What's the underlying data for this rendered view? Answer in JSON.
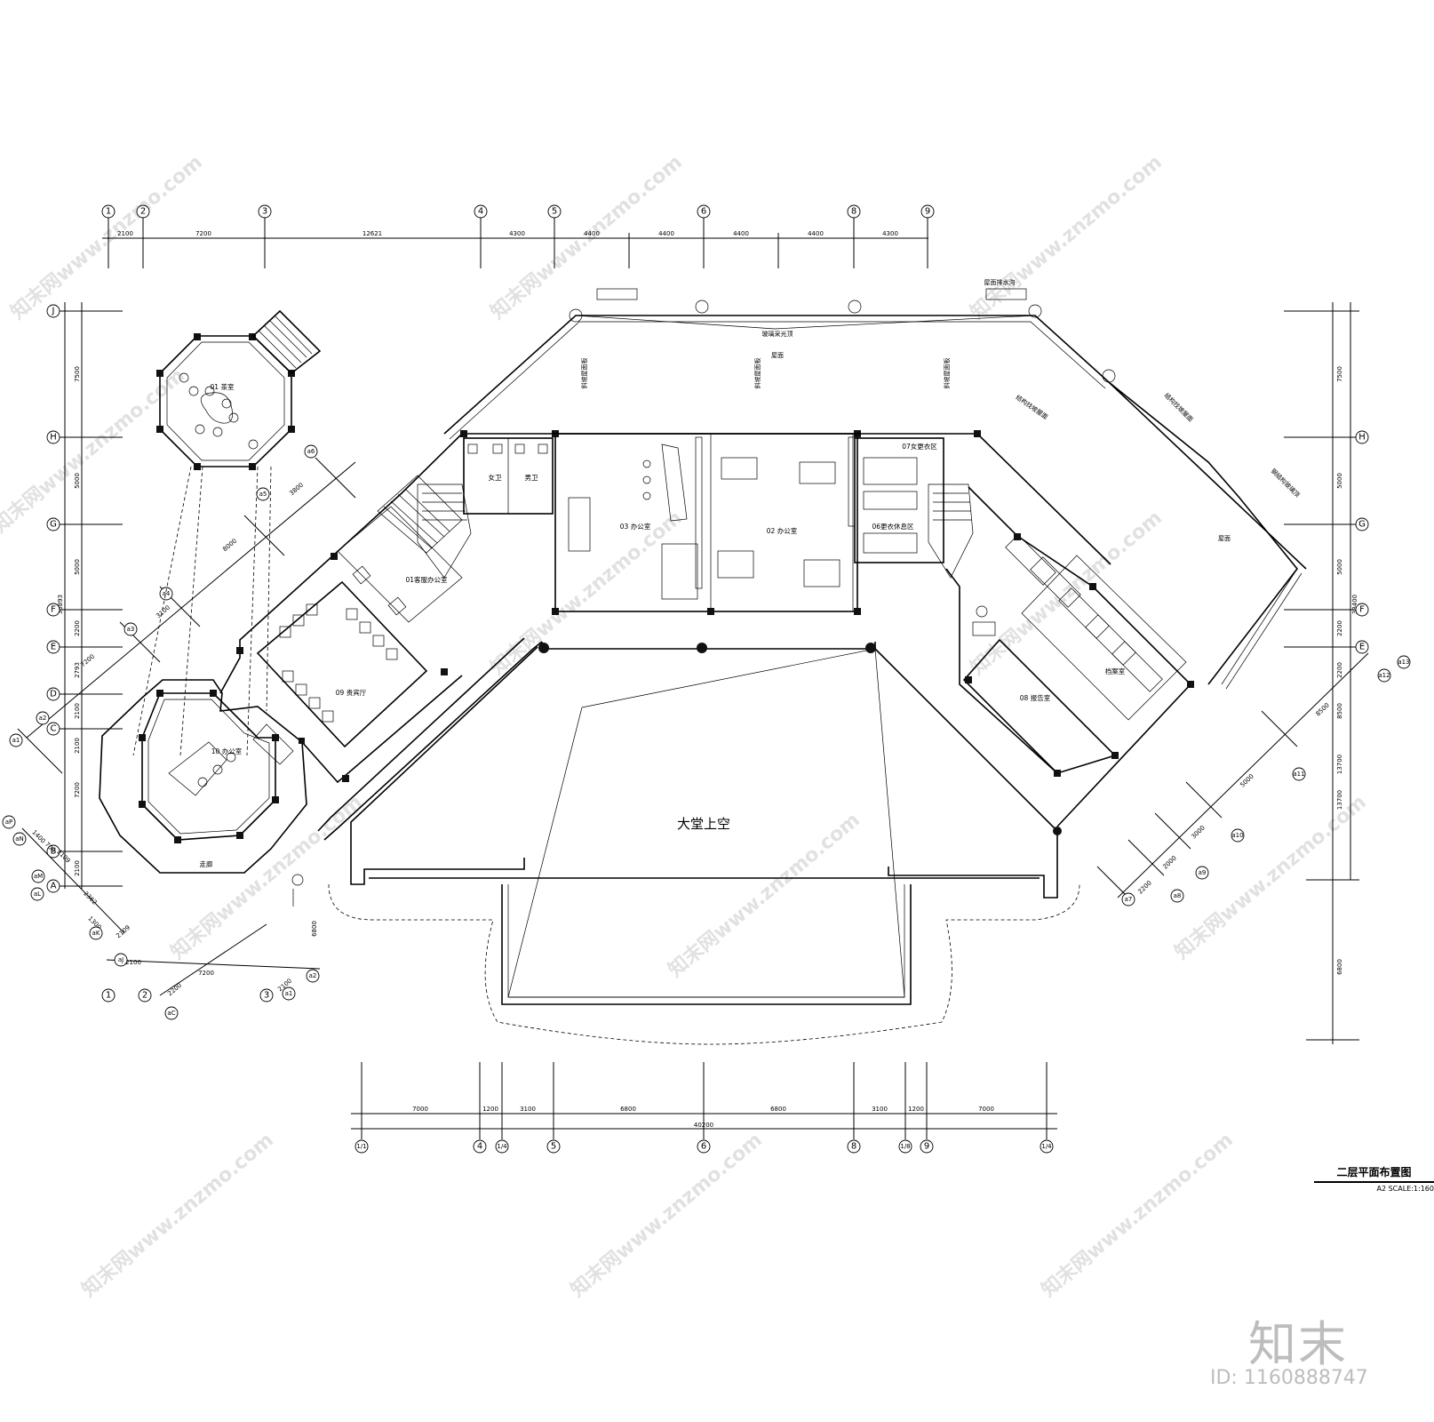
{
  "drawing": {
    "title": "二层平面布置图",
    "scale": "A2 SCALE:1:160",
    "hall_void": "大堂上空",
    "brand": "知末",
    "image_id": "ID: 1160888747",
    "watermark": "知末网www.znzmo.com"
  },
  "grid": {
    "top_axes": [
      "1",
      "2",
      "3",
      "4",
      "5",
      "6",
      "8",
      "9"
    ],
    "top_dims": [
      "2100",
      "7200",
      "12621",
      "4300",
      "4400",
      "4400",
      "4400",
      "4400",
      "4300"
    ],
    "bottom_axes": [
      "1/1",
      "4",
      "1/4",
      "5",
      "6",
      "8",
      "1/8",
      "9",
      "1/4"
    ],
    "bottom_dims": [
      "7000",
      "1200",
      "3100",
      "6800",
      "6800",
      "3100",
      "1200",
      "7000"
    ],
    "bottom_total": "40200",
    "left_axes": [
      "J",
      "H",
      "G",
      "F",
      "E",
      "D",
      "C",
      "B",
      "A"
    ],
    "left_dims": [
      "7500",
      "5000",
      "5000",
      "2200",
      "2793",
      "2100",
      "2100",
      "7200",
      "2100"
    ],
    "left_total": "33893",
    "right_axes": [
      "H",
      "G",
      "F",
      "E"
    ],
    "right_dims": [
      "7500",
      "5000",
      "5000",
      "2200",
      "2200",
      "8500",
      "13700",
      "13700",
      "6800"
    ],
    "right_total": "33400",
    "diag_axes": [
      "a1",
      "a2",
      "a3",
      "a4",
      "a5",
      "a6",
      "a7",
      "a8",
      "a9",
      "a10",
      "a11",
      "a12",
      "a13"
    ],
    "diag_dims": [
      "7200",
      "3100",
      "8000",
      "3800",
      "2100",
      "2200",
      "2000",
      "3000",
      "5000",
      "8500"
    ],
    "sw_axes": [
      "aP",
      "aN",
      "aM",
      "aL",
      "aK",
      "aJ",
      "aC",
      "a1",
      "a2"
    ],
    "sw_dims": [
      "1400",
      "700",
      "2109",
      "1300",
      "2362",
      "2109",
      "2100",
      "2200",
      "7200",
      "2100",
      "6800"
    ]
  },
  "rooms": {
    "r01_tea": "01 茶室",
    "r02_office": "02 办公室",
    "r03_office": "03 办公室",
    "r01_service": "01客服办公室",
    "r06_rest": "06更衣休息区",
    "r07_change": "07女更衣区",
    "r08_report": "08 报告室",
    "r09_reception": "09 贵宾厅",
    "r10_office": "10 办公室",
    "archive": "档案室",
    "women_wc": "女卫",
    "men_wc": "男卫",
    "corridor": "走廊",
    "roof_top": "玻璃采光顶",
    "roof_label": "钢结构玻璃顶",
    "edge_label": "斜坡屋面板",
    "roof_diag_1": "结构找坡屋面",
    "roof_diag_2": "结构找坡屋面",
    "roof_note": "屋面",
    "roof_note2": "屋面",
    "ridge_label": "屋面排水沟"
  }
}
